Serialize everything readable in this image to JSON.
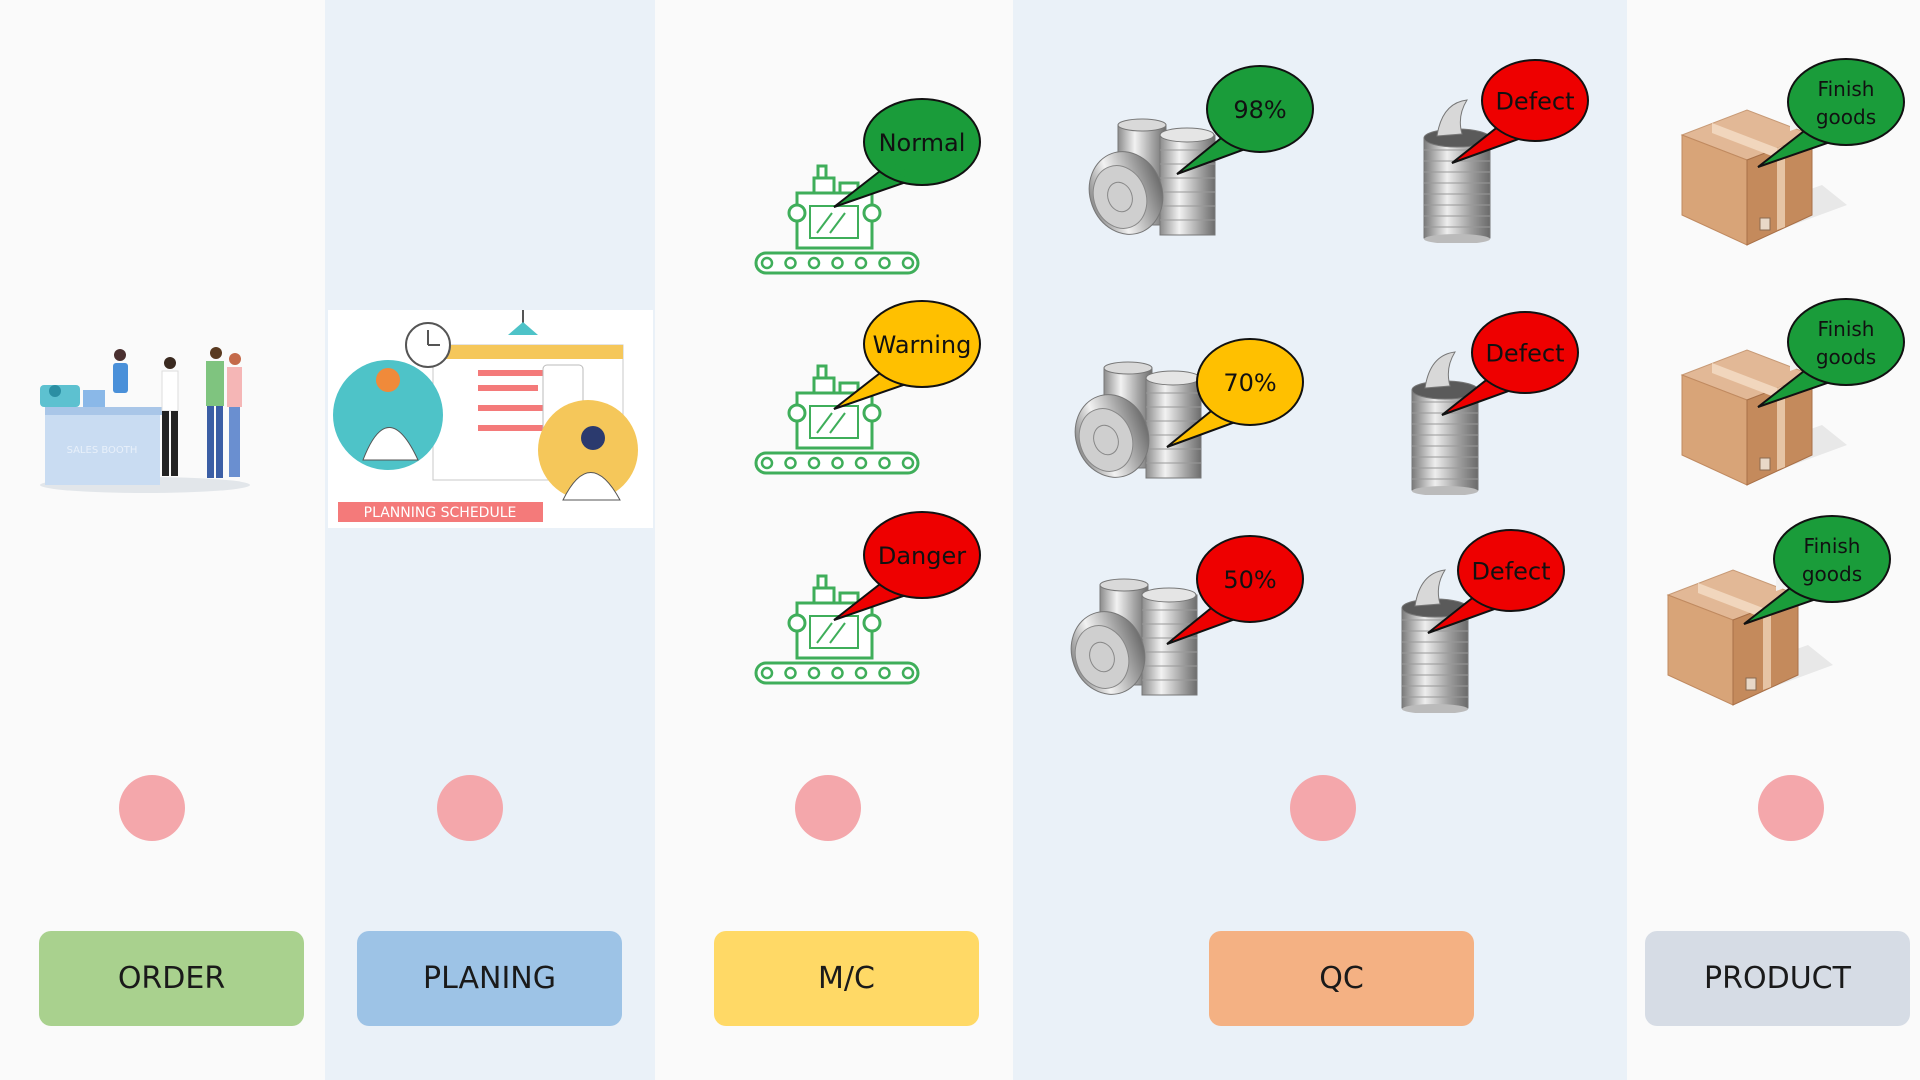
{
  "stages": [
    {
      "label": "ORDER",
      "color": "#a9d18e"
    },
    {
      "label": "PLANING",
      "color": "#9dc3e6"
    },
    {
      "label": "M/C",
      "color": "#ffd966"
    },
    {
      "label": "QC",
      "color": "#f4b183"
    },
    {
      "label": "PRODUCT",
      "color": "#d6dce5"
    }
  ],
  "planning_caption": "PLANNING SCHEDULE",
  "booth_sign": "SALES BOOTH",
  "machines": [
    {
      "status": "Normal",
      "color": "#1a9c3a"
    },
    {
      "status": "Warning",
      "color": "#ffc000"
    },
    {
      "status": "Danger",
      "color": "#ee0000"
    }
  ],
  "qc_yield": [
    {
      "label": "98%",
      "color": "#1a9c3a"
    },
    {
      "label": "70%",
      "color": "#ffc000"
    },
    {
      "label": "50%",
      "color": "#ee0000"
    }
  ],
  "qc_defect": [
    {
      "label": "Defect",
      "color": "#ee0000"
    },
    {
      "label": "Defect",
      "color": "#ee0000"
    },
    {
      "label": "Defect",
      "color": "#ee0000"
    }
  ],
  "products": [
    {
      "line1": "Finish",
      "line2": "goods",
      "color": "#1a9c3a"
    },
    {
      "line1": "Finish",
      "line2": "goods",
      "color": "#1a9c3a"
    },
    {
      "line1": "Finish",
      "line2": "goods",
      "color": "#1a9c3a"
    }
  ]
}
